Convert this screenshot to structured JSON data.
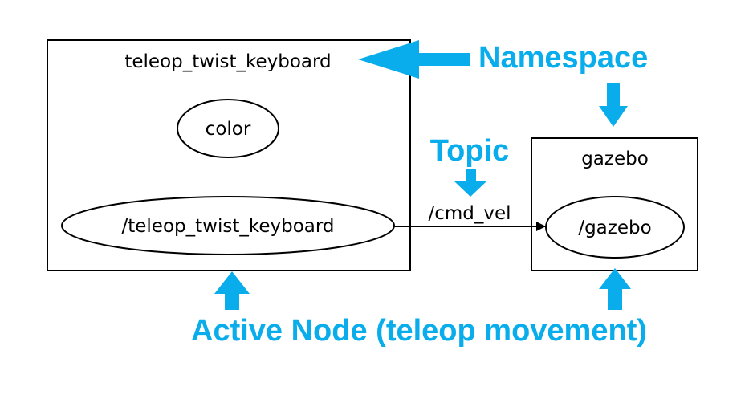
{
  "colors": {
    "annotation": "#0AADEB",
    "graph": "#000000",
    "background": "#FFFFFF"
  },
  "graph": {
    "clusters": [
      {
        "id": "cluster-teleop",
        "label": "teleop_twist_keyboard"
      },
      {
        "id": "cluster-gazebo",
        "label": "gazebo"
      }
    ],
    "nodes": [
      {
        "id": "node-color",
        "label": "color"
      },
      {
        "id": "node-teleop",
        "label": "/teleop_twist_keyboard"
      },
      {
        "id": "node-gazebo",
        "label": "/gazebo"
      }
    ],
    "edges": [
      {
        "from": "/teleop_twist_keyboard",
        "to": "/gazebo",
        "label": "/cmd_vel"
      }
    ]
  },
  "annotations": {
    "namespace": "Namespace",
    "topic": "Topic",
    "active_node": "Active Node (teleop movement)"
  }
}
